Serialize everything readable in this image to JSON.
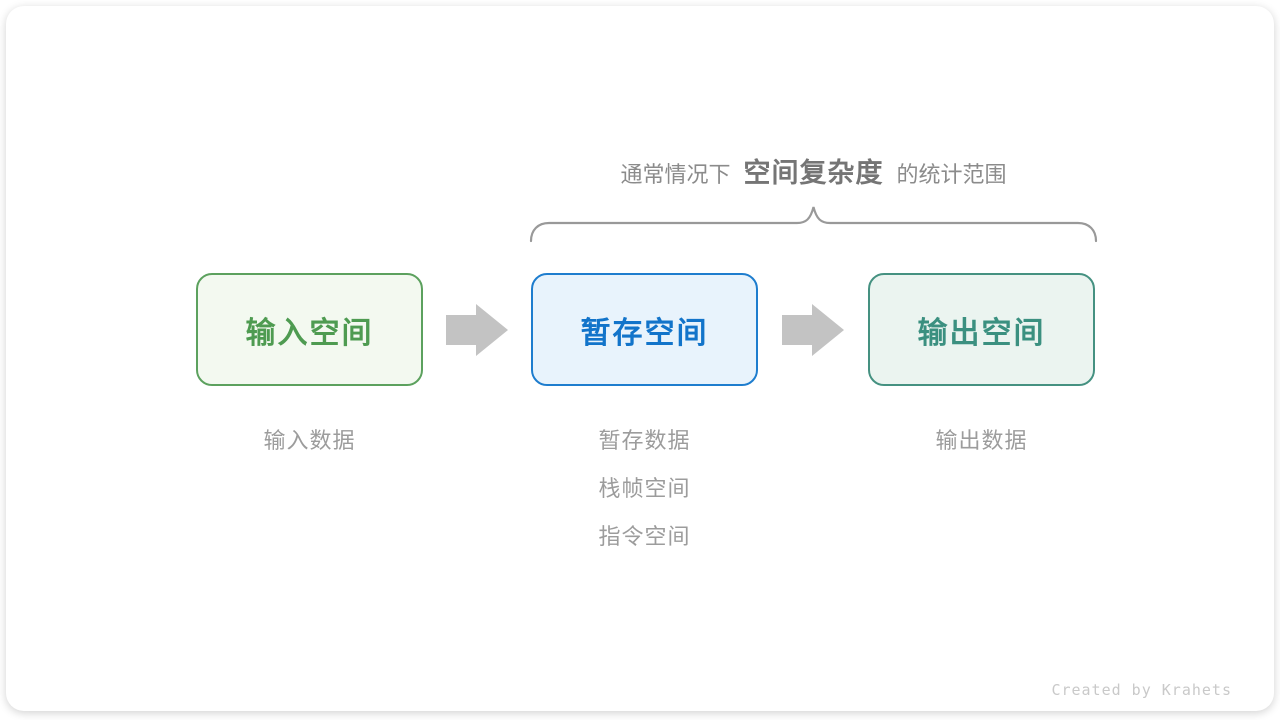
{
  "annotation": {
    "prefix": "通常情况下",
    "highlight": "空间复杂度",
    "suffix": "的统计范围"
  },
  "boxes": [
    {
      "label": "输入空间",
      "notes": [
        "输入数据"
      ],
      "colors": {
        "border": "#5ca15e",
        "fill": "#f3f9f0",
        "text": "#4e9b51"
      }
    },
    {
      "label": "暂存空间",
      "notes": [
        "暂存数据",
        "栈帧空间",
        "指令空间"
      ],
      "colors": {
        "border": "#1e7dce",
        "fill": "#e8f3fc",
        "text": "#1274ca"
      }
    },
    {
      "label": "输出空间",
      "notes": [
        "输出数据"
      ],
      "colors": {
        "border": "#459181",
        "fill": "#ebf4f0",
        "text": "#3b9080"
      }
    }
  ],
  "arrow_color": "#c3c3c3",
  "brace_color": "#999999",
  "credit": "Created by Krahets"
}
